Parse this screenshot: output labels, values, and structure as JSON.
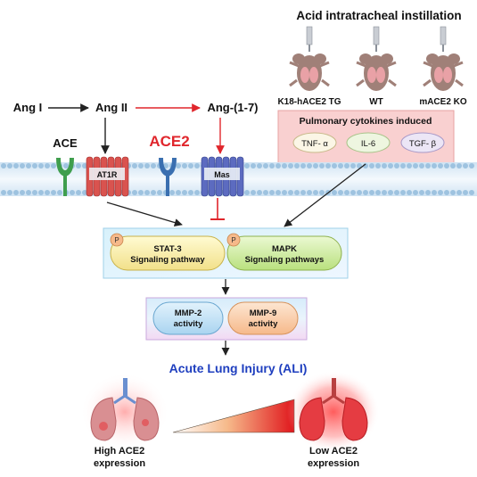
{
  "header": {
    "title": "Acid intratracheal instillation"
  },
  "mice": [
    {
      "label": "K18-hACE2 TG"
    },
    {
      "label": "WT"
    },
    {
      "label": "mACE2 KO"
    }
  ],
  "pathway": {
    "ang1": "Ang I",
    "ang2": "Ang II",
    "ang17": "Ang-(1-7)",
    "ace": "ACE",
    "ace2": "ACE2",
    "at1r": "AT1R",
    "mas": "Mas"
  },
  "cytokines": {
    "title": "Pulmonary cytokines induced",
    "items": [
      "TNF- α",
      "IL-6",
      "TGF- β"
    ]
  },
  "signaling": {
    "phospho": "P",
    "stat3": [
      "STAT-3",
      "Signaling pathway"
    ],
    "mapk": [
      "MAPK",
      "Signaling pathways"
    ]
  },
  "mmp": {
    "mmp2": [
      "MMP-2",
      "activity"
    ],
    "mmp9": [
      "MMP-9",
      "activity"
    ]
  },
  "outcome": {
    "title": "Acute Lung Injury (ALI)",
    "high": [
      "High ACE2",
      "expression"
    ],
    "low": [
      "Low ACE2",
      "expression"
    ]
  },
  "colors": {
    "ace": "#3f9e4d",
    "ace2_label": "#e0262c",
    "ace2_receptor": "#3a6fb0",
    "at1r": "#d9534f",
    "mas": "#5c6bc0",
    "inhibit": "#e0262c",
    "outcome_title": "#1f3fbf",
    "membrane": "#9ec3e0"
  }
}
